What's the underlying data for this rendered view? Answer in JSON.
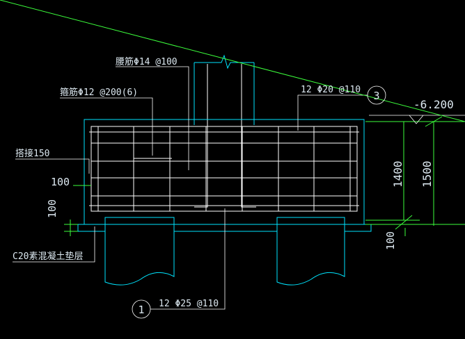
{
  "labels": {
    "waist_bar": "腰筋Φ14 @100",
    "stirrup": "箍筋Φ12 @200(6)",
    "lap": "搭接150",
    "top_bar": "12 Φ20 @110",
    "bottom_bar": "12 Φ25 @110",
    "cushion": "C20素混凝土垫层",
    "elevation": "-6.200",
    "dim_100_left_h": "100",
    "dim_100_left_v": "100",
    "dim_1400": "1400",
    "dim_1500": "1500",
    "dim_100_right": "100",
    "callout_3": "3",
    "callout_1": "1"
  },
  "colors": {
    "background": "#000000",
    "outline": "#00e5ff",
    "rebar": "#ffffff",
    "dimension": "#3cff3c",
    "text": "#dce8f0"
  }
}
